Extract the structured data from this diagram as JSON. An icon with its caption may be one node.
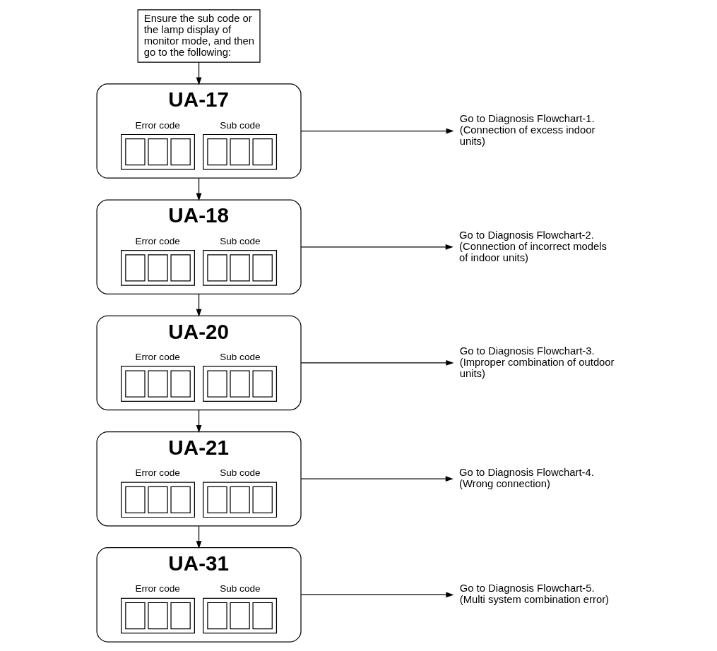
{
  "diagram": {
    "nodes": [
      {
        "text": [
          "Ensure the sub code or the lamp display of monitor mode, and then go to the following:"
        ]
      },
      {
        "text": [
          "UA-17",
          "Error code",
          "Sub code"
        ]
      },
      {
        "text": [
          "Go to Diagnosis Flowchart-1. (Connection of excess indoor units)"
        ]
      },
      {
        "text": [
          "UA-18",
          "Error code",
          "Sub code"
        ]
      },
      {
        "text": [
          "Go to Diagnosis Flowchart-2. (Connection of incorrect models of indoor units)"
        ]
      },
      {
        "text": [
          "UA-20",
          "Error code",
          "Sub code"
        ]
      },
      {
        "text": [
          "Go to Diagnosis Flowchart-3. (Improper combination of outdoor units)"
        ]
      },
      {
        "text": [
          "UA-21",
          "Error code",
          "Sub code"
        ]
      },
      {
        "text": [
          "Go to Diagnosis Flowchart-4. (Wrong connection)"
        ]
      },
      {
        "text": [
          "UA-31",
          "Error code",
          "Sub code"
        ]
      },
      {
        "text": [
          "Go to Diagnosis Flowchart-5. (Multi system combination error)"
        ]
      }
    ],
    "edges": [
      {
        "from": 0,
        "to": 1,
        "arrow": "to"
      },
      {
        "from": 1,
        "to": 2,
        "arrow": "to"
      },
      {
        "from": 1,
        "to": 3,
        "arrow": "to"
      },
      {
        "from": 3,
        "to": 4,
        "arrow": "to"
      },
      {
        "from": 3,
        "to": 5,
        "arrow": "to"
      },
      {
        "from": 5,
        "to": 6,
        "arrow": "to"
      },
      {
        "from": 5,
        "to": 7,
        "arrow": "to"
      },
      {
        "from": 7,
        "to": 8,
        "arrow": "to"
      },
      {
        "from": 7,
        "to": 9,
        "arrow": "to"
      },
      {
        "from": 9,
        "to": 10,
        "arrow": "to"
      }
    ]
  }
}
